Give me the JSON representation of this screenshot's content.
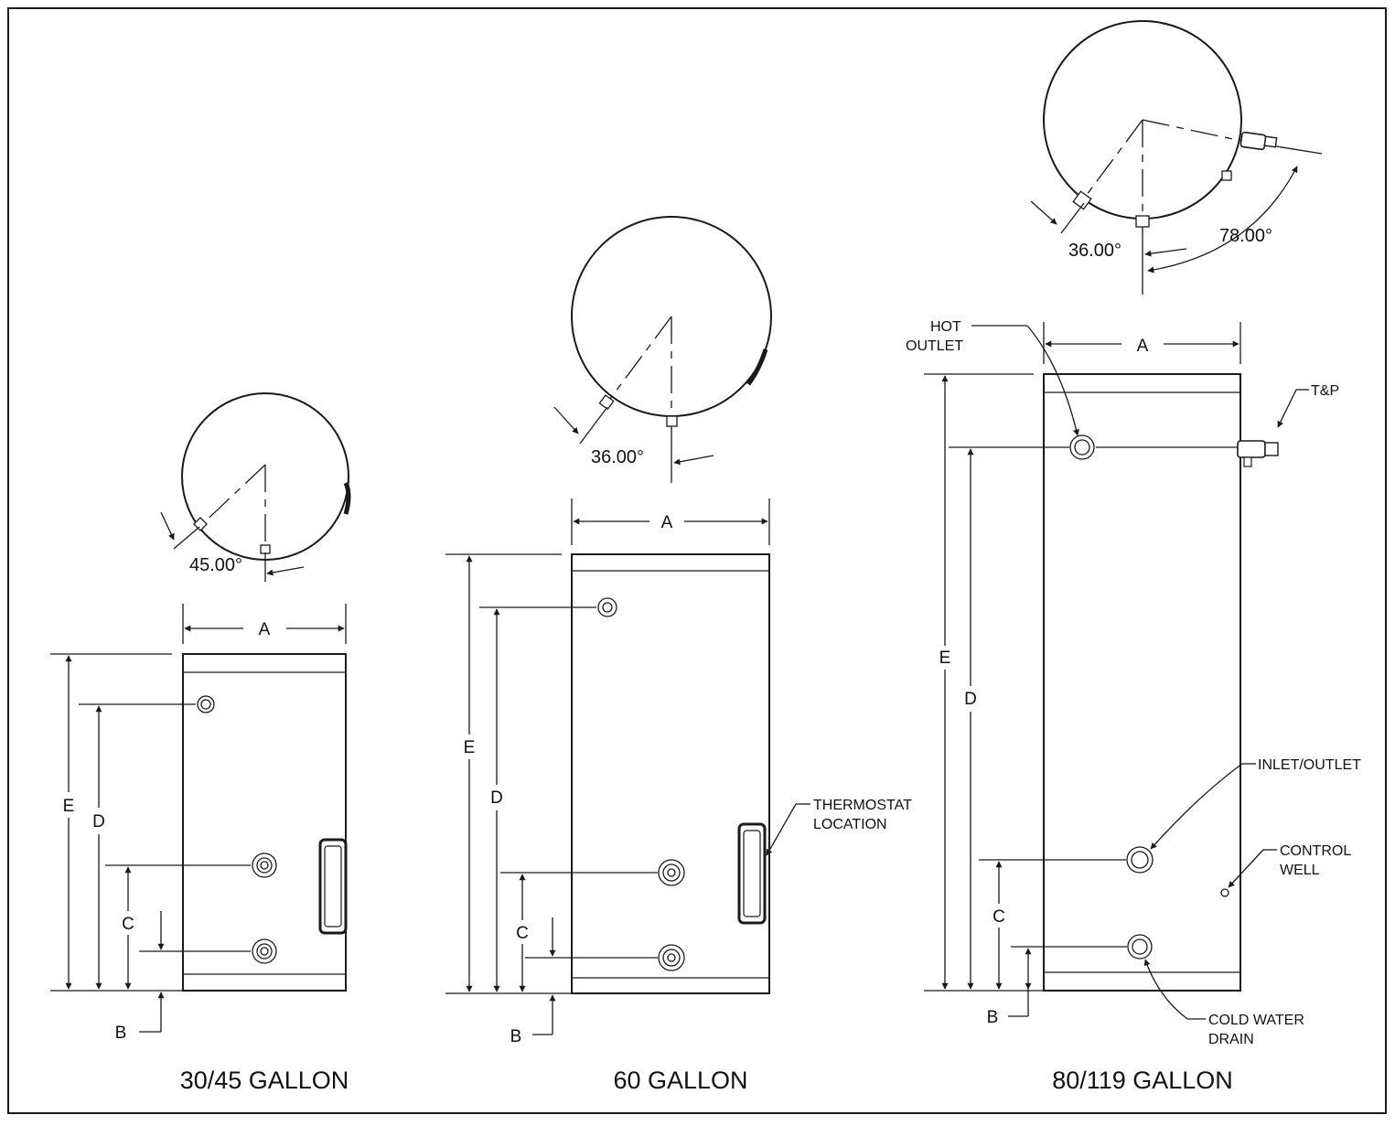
{
  "units": [
    {
      "title": "30/45 GALLON",
      "angle": "45.00°",
      "dims": {
        "A": "A",
        "B": "B",
        "C": "C",
        "D": "D",
        "E": "E"
      }
    },
    {
      "title": "60 GALLON",
      "angle": "36.00°",
      "dims": {
        "A": "A",
        "B": "B",
        "C": "C",
        "D": "D",
        "E": "E"
      },
      "callouts": {
        "thermostat_1": "THERMOSTAT",
        "thermostat_2": "LOCATION"
      }
    },
    {
      "title": "80/119 GALLON",
      "angle_1": "36.00°",
      "angle_2": "78.00°",
      "dims": {
        "A": "A",
        "B": "B",
        "C": "C",
        "D": "D",
        "E": "E"
      },
      "callouts": {
        "hot_1": "HOT",
        "hot_2": "OUTLET",
        "tp": "T&P",
        "inlet": "INLET/OUTLET",
        "control_1": "CONTROL",
        "control_2": "WELL",
        "drain_1": "COLD WATER",
        "drain_2": "DRAIN"
      }
    }
  ]
}
